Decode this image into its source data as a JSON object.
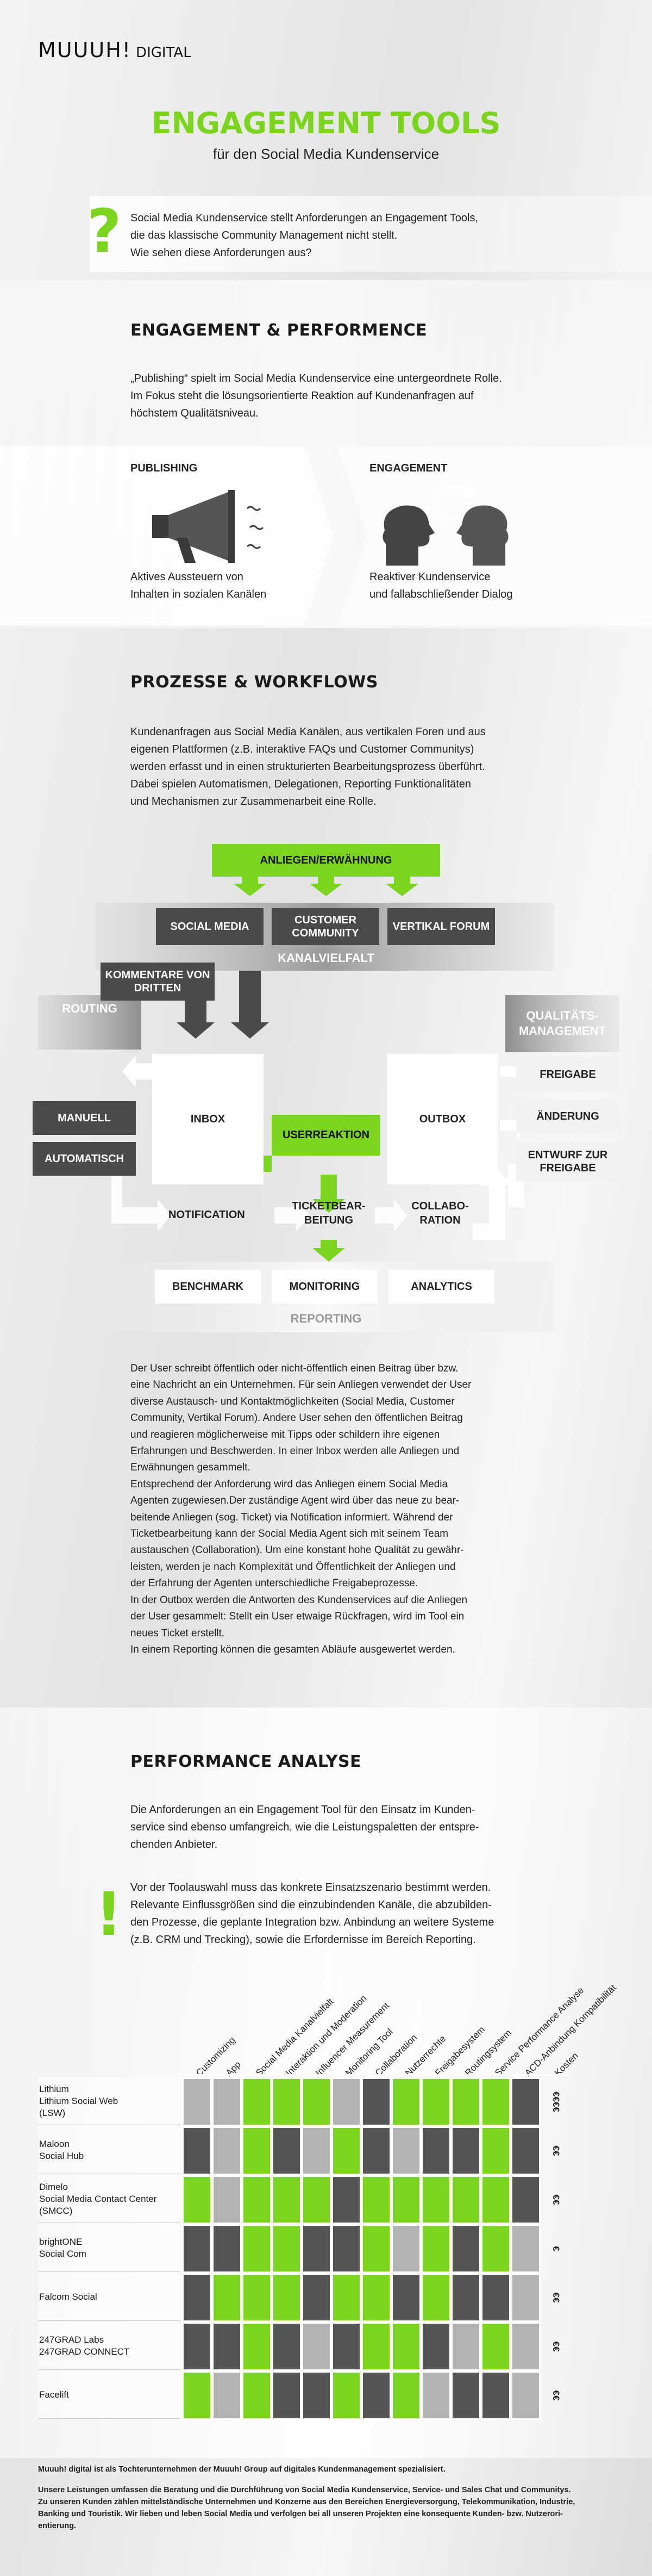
{
  "brand": {
    "logo": "MUUUH!",
    "logo_suffix": "DIGITAL"
  },
  "hero": {
    "title": "ENGAGEMENT TOOLS",
    "subtitle": "für den Social Media Kundenservice",
    "question_mark": "?",
    "intro": [
      "Social Media Kundenservice stellt Anforderungen an Engagement Tools,",
      "die das klassische Community Management nicht stellt.",
      "Wie sehen diese Anforderungen aus?"
    ]
  },
  "engagement": {
    "heading": "ENGAGEMENT & PERFORMENCE",
    "text": [
      "„Publishing“ spielt im Social Media Kundenservice eine untergeordnete Rolle.",
      "Im Fokus steht die lösungsorientierte Reaktion auf Kundenanfragen auf",
      "höchstem Qualitätsniveau."
    ],
    "publishing_label": "PUBLISHING",
    "publishing_caption": [
      "Aktives Aussteuern von",
      "Inhalten in sozialen Kanälen"
    ],
    "engagement_label": "ENGAGEMENT",
    "engagement_caption": [
      "Reaktiver Kundenservice",
      "und fallabschließender Dialog"
    ]
  },
  "processes": {
    "heading": "PROZESSE & WORKFLOWS",
    "text": [
      "Kundenanfragen aus Social Media Kanälen, aus vertikalen Foren und aus",
      "eigenen Plattformen (z.B. interaktive FAQs und Customer Communitys)",
      "werden erfasst und in einen strukturierten Bearbeitungsprozess überführt.",
      "Dabei spielen Automatismen, Delegationen, Reporting Funktionalitäten",
      "und Mechanismen zur Zusammenarbeit eine Rolle."
    ],
    "diagram": {
      "anliegen": "ANLIEGEN/ERWÄHNUNG",
      "social_media": "SOCIAL MEDIA",
      "customer_community": "CUSTOMER COMMUNITY",
      "vertikal_forum": "VERTIKAL FORUM",
      "kanalvielfalt": "KANALVIELFALT",
      "kommentare": "KOMMENTARE VON DRITTEN",
      "routing": "ROUTING",
      "qualitaet": "QUALITÄTS-MANAGEMENT",
      "inbox": "INBOX",
      "outbox": "OUTBOX",
      "userreaktion": "USERREAKTION",
      "manuell": "MANUELL",
      "automatisch": "AUTOMATISCH",
      "freigabe": "FREIGABE",
      "aenderung": "ÄNDERUNG",
      "entwurf": "ENTWURF ZUR FREIGABE",
      "notification": "NOTIFICATION",
      "ticket": "TICKETBEAR-BEITUNG",
      "collaboration": "COLLABO-RATION",
      "benchmark": "BENCHMARK",
      "monitoring": "MONITORING",
      "analytics": "ANALYTICS",
      "reporting": "REPORTING"
    },
    "body": [
      "Der User schreibt öffentlich oder nicht-öffentlich einen Beitrag über bzw.",
      "eine Nachricht an ein Unternehmen. Für sein Anliegen verwendet der User",
      "diverse Austausch- und Kontaktmöglichkeiten (Social Media, Customer",
      "Community, Vertikal Forum). Andere User sehen den öffentlichen Beitrag",
      "und reagieren möglicherweise mit Tipps oder schildern ihre eigenen",
      "Erfahrungen und Beschwerden. In einer Inbox werden alle Anliegen und",
      "Erwähnungen gesammelt.",
      "Entsprechend der Anforderung wird das Anliegen einem Social Media",
      "Agenten zugewiesen.Der zuständige Agent wird über das neue zu bear-",
      "beitende Anliegen (sog. Ticket) via Notification informiert. Während der",
      "Ticketbearbeitung kann der Social Media Agent sich mit seinem Team",
      "austauschen (Collaboration). Um eine konstant hohe Qualität zu gewähr-",
      "leisten, werden je nach Komplexität und Öffentlichkeit der Anliegen und",
      "der Erfahrung der Agenten unterschiedliche Freigabeprozesse.",
      "In der Outbox werden die Antworten des Kundenservices auf die Anliegen",
      "der User gesammelt: Stellt ein User etwaige Rückfragen, wird im Tool ein",
      "neues Ticket erstellt.",
      "In einem Reporting können die gesamten Abläufe ausgewertet werden."
    ]
  },
  "performance": {
    "heading": "PERFORMANCE ANALYSE",
    "text": [
      "Die Anforderungen an ein Engagement Tool für den Einsatz im Kunden-",
      "service sind ebenso umfangreich, wie die Leistungspaletten der entspre-",
      "chenden Anbieter."
    ],
    "exclamation": "!",
    "note": [
      "Vor der Toolauswahl muss das konkrete Einsatzszenario bestimmt werden.",
      "Relevante Einflussgrößen sind die einzubindenden Kanäle, die abzubilden-",
      "den Prozesse, die geplante Integration bzw. Anbindung an weitere Systeme",
      "(z.B. CRM und Trecking), sowie die Erfordernisse im Bereich Reporting."
    ],
    "columns": [
      "Customizing",
      "App",
      "Social Media Kanalvielfalt",
      "Interaktion und Moderation",
      "Influencer Measurement",
      "Monitoring Tool",
      "Collaboration",
      "Nutzerrechte",
      "Freigabesystem",
      "Routingsystem",
      "Service Performance Analyse",
      "ACD-Anbindung Kompatibilität",
      "Kosten"
    ],
    "rows": [
      {
        "name": [
          "Lithium",
          "Lithium Social Web",
          "(LSW)"
        ],
        "cells": [
          "l",
          "l",
          "g",
          "g",
          "g",
          "l",
          "d",
          "g",
          "g",
          "g",
          "g",
          "d"
        ],
        "cost": "€€€€"
      },
      {
        "name": [
          "Maloon",
          "Social Hub"
        ],
        "cells": [
          "d",
          "l",
          "g",
          "d",
          "l",
          "g",
          "d",
          "l",
          "d",
          "d",
          "g",
          "d"
        ],
        "cost": "€€"
      },
      {
        "name": [
          "Dimelo",
          "Social Media Contact Center",
          "(SMCC)"
        ],
        "cells": [
          "g",
          "l",
          "g",
          "g",
          "g",
          "d",
          "g",
          "g",
          "g",
          "g",
          "g",
          "d"
        ],
        "cost": "€€"
      },
      {
        "name": [
          "brightONE",
          "Social Com"
        ],
        "cells": [
          "d",
          "d",
          "g",
          "g",
          "d",
          "d",
          "g",
          "l",
          "g",
          "d",
          "g",
          "l"
        ],
        "cost": "€"
      },
      {
        "name": [
          "Falcom Social"
        ],
        "cells": [
          "d",
          "g",
          "g",
          "g",
          "d",
          "g",
          "g",
          "d",
          "g",
          "d",
          "d",
          "l"
        ],
        "cost": "€€"
      },
      {
        "name": [
          "247GRAD Labs",
          "247GRAD CONNECT"
        ],
        "cells": [
          "d",
          "d",
          "g",
          "d",
          "l",
          "d",
          "g",
          "g",
          "d",
          "l",
          "g",
          "l"
        ],
        "cost": "€€"
      },
      {
        "name": [
          "Facelift"
        ],
        "cells": [
          "g",
          "l",
          "g",
          "d",
          "d",
          "g",
          "d",
          "g",
          "l",
          "d",
          "d",
          "l"
        ],
        "cost": "€€"
      }
    ],
    "colors": {
      "green": "#7ad51c",
      "dark": "#555555",
      "light": "#b3b3b3"
    }
  },
  "footer": {
    "line1": "Muuuh! digital ist als Tochterunternehmen der Muuuh! Group auf digitales Kundenmanagement spezialisiert.",
    "line2": [
      "Unsere Leistungen umfassen die Beratung und die Durchführung von Social Media Kundenservice, Service- und Sales Chat und Communitys.",
      "Zu unseren Kunden zählen mittelständische Unternehmen und Konzerne aus den Bereichen Energieversorgung, Telekommunikation, Industrie,",
      "Banking und Touristik. Wir lieben und leben Social Media und verfolgen bei all unseren Projekten eine konsequente Kunden- bzw. Nutzerori-",
      "entierung."
    ]
  }
}
